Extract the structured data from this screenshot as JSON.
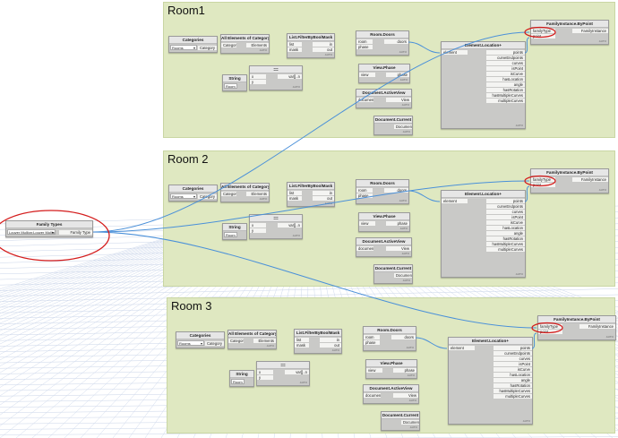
{
  "groups": [
    {
      "title": "Room1"
    },
    {
      "title": "Room 2"
    },
    {
      "title": "Room 3"
    }
  ],
  "nodes": {
    "categories": {
      "title": "Categories",
      "value": "Rooms",
      "output": "Category"
    },
    "all_elements": {
      "title": "All Elements of Category",
      "input": "Category",
      "output": "Elements"
    },
    "filter": {
      "title": "List.FilterByBoolMask",
      "inputs": [
        "list",
        "mask"
      ],
      "outputs": [
        "in",
        "out"
      ]
    },
    "string": {
      "title": "String",
      "value": "Room 1",
      "value_r2": "Room 2",
      "value_r3": "Room 3"
    },
    "equals": {
      "title": "==",
      "inputs": [
        "x",
        "y"
      ],
      "output": "var[]..n"
    },
    "room_doors": {
      "title": "Room.Doors",
      "inputs": [
        "room",
        "phase"
      ],
      "output": "doors"
    },
    "view_phase": {
      "title": "View.Phase",
      "input": "view",
      "output": "phase"
    },
    "active_view": {
      "title": "Document.ActiveView",
      "input": "document",
      "output": "View"
    },
    "doc_current": {
      "title": "Document.Current",
      "output": "Document"
    },
    "element_location": {
      "title": "Element.Location+",
      "input": "element",
      "outputs": [
        "points",
        "curveEndpoints",
        "curves",
        "isPoint",
        "isCurve",
        "hasLocation",
        "angle",
        "hasRotation",
        "hasMultipleCurves",
        "multipleCurves"
      ]
    },
    "family_instance": {
      "title": "FamilyInstance.ByPoint",
      "inputs": [
        "familyType",
        "point"
      ],
      "output": "FamilyInstance"
    },
    "family_types": {
      "title": "Family Types",
      "value": "Louver Mullion:Louver Mullion 1",
      "output": "Family Type"
    }
  },
  "footer_label": "AUTO",
  "colors": {
    "group_bg": "#dfe8c1",
    "wire": "#4a90d9",
    "annotation": "#d41c1c"
  }
}
